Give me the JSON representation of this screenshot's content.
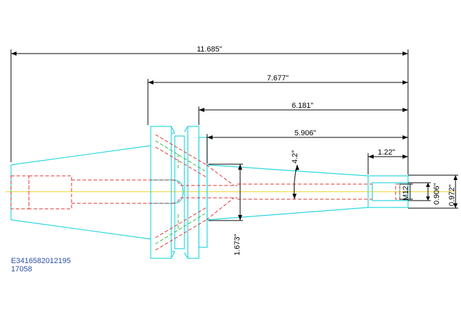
{
  "dimensions": {
    "overall_length": "11.685\"",
    "flange_to_end": "7.677\"",
    "gauge_to_end": "6.181\"",
    "body_length": "5.906\"",
    "bore_depth": "1.22\"",
    "taper_angle": "4.2°",
    "nose_diameter": "1.673\"",
    "thread": "M12",
    "bore_diameter": "0.906\"",
    "tip_diameter": "0.972\""
  },
  "part_info": {
    "part_number": "E3416582012195",
    "code": "17058"
  },
  "colors": {
    "outline": "#27d6e0",
    "hidden_lines": "#e0302e",
    "hatch": "#2fbf3a",
    "centerline": "#e8d21a",
    "dimension": "#000000",
    "text": "#2a4fa8"
  }
}
